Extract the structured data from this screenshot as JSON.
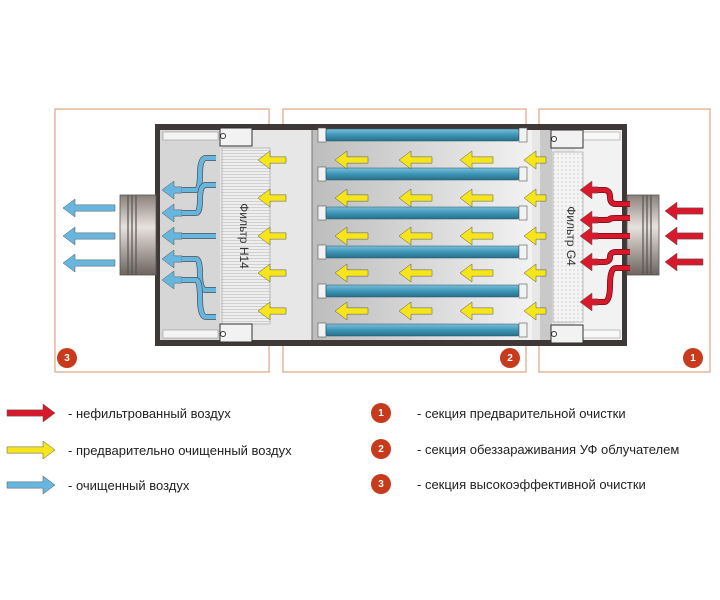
{
  "diagram": {
    "sections": [
      {
        "id": "1",
        "name": "pre-filter-section"
      },
      {
        "id": "2",
        "name": "uv-section"
      },
      {
        "id": "3",
        "name": "hepa-section"
      }
    ],
    "filter_labels": {
      "h14": "Фильтр H14",
      "g4": "Фильтр G4"
    },
    "uv_lamp_count": 6
  },
  "legend": {
    "arrows": [
      {
        "color": "#d7192b",
        "label": "-  нефильтрованный воздух"
      },
      {
        "color": "#f5e51a",
        "label": "-  предварительно очищенный воздух"
      },
      {
        "color": "#67b6e0",
        "label": "-  очищенный воздух"
      }
    ],
    "sections": [
      {
        "num": "1",
        "label": "-  секция предварительной очистки"
      },
      {
        "num": "2",
        "label": "-  секция обеззараживания  УФ облучателем"
      },
      {
        "num": "3",
        "label": "-  секция высокоэффективной очистки"
      }
    ]
  },
  "colors": {
    "badge": "#c83a1c",
    "section_border": "#e0a583",
    "housing": "#3e3936",
    "lamp": "#3d95b6",
    "red_arrow": "#d7192b",
    "yellow_arrow": "#f5e51a",
    "blue_arrow": "#67b6e0"
  }
}
